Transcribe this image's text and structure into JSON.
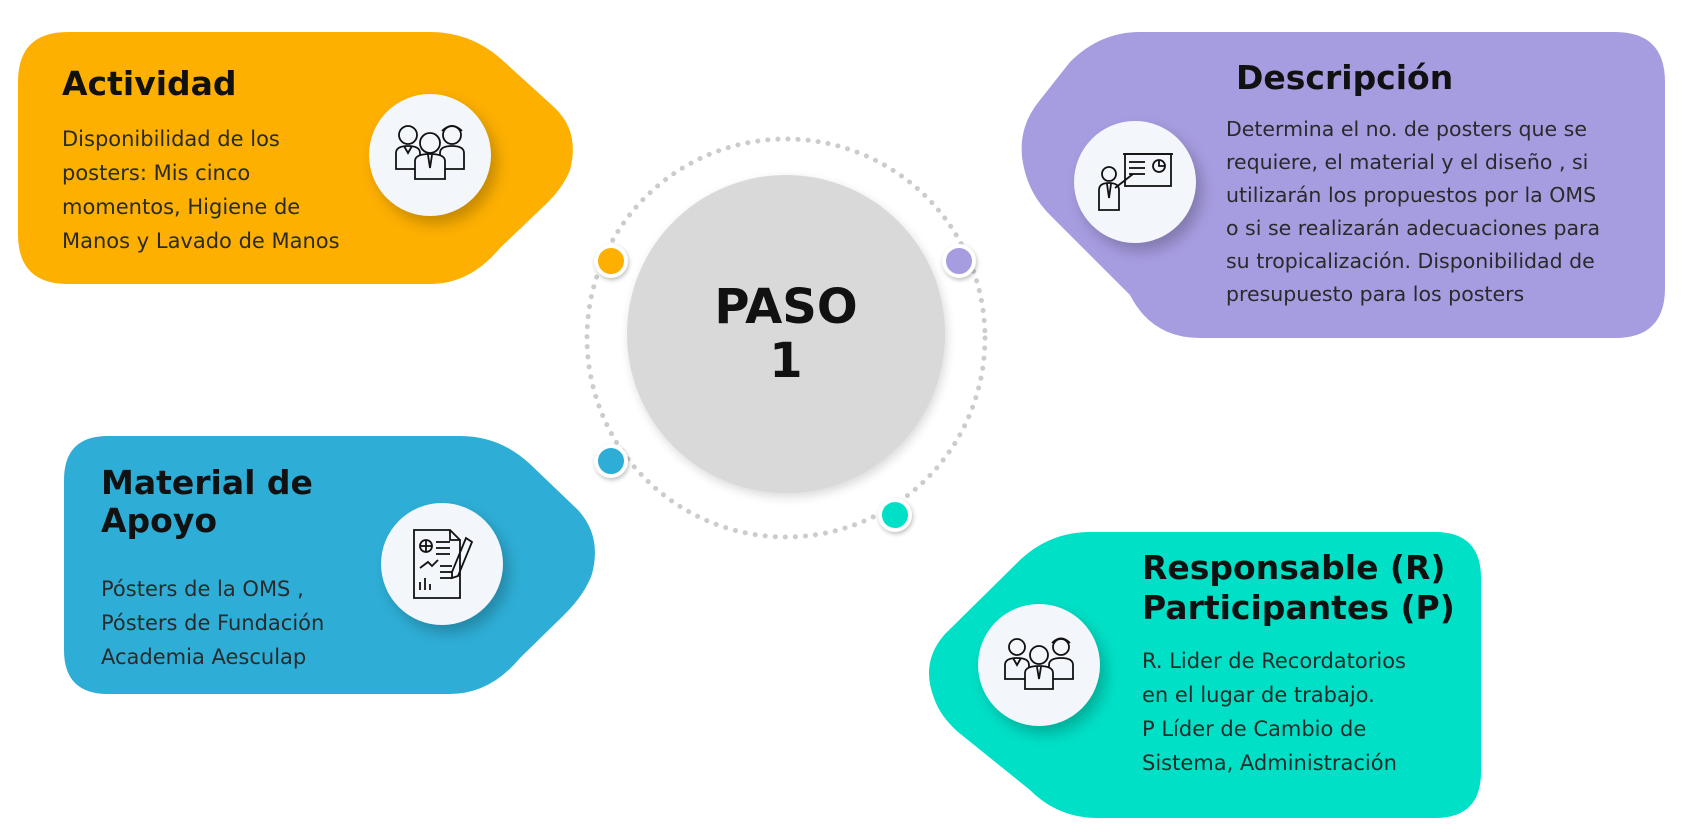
{
  "center": {
    "line1": "PASO",
    "line2": "1",
    "color": "#d9d9d9"
  },
  "cards": {
    "actividad": {
      "title": "Actividad",
      "lines": [
        "Disponibilidad de los",
        "posters: Mis cinco",
        "momentos, Higiene de",
        "Manos y Lavado de Manos"
      ],
      "color": "#fdb000",
      "icon": "people-group-icon"
    },
    "descripcion": {
      "title": "Descripción",
      "lines": [
        "Determina el no. de posters que se",
        "requiere, el material y el diseño , si",
        "utilizarán los propuestos por la OMS",
        "o si se realizarán adecuaciones para",
        "su tropicalización. Disponibilidad de",
        "presupuesto para los posters"
      ],
      "color": "#a69ce0",
      "icon": "presentation-icon"
    },
    "material": {
      "title_line1": "Material de",
      "title_line2": "Apoyo",
      "lines": [
        "Pósters de la OMS ,",
        "Pósters de Fundación",
        "Academia Aesculap"
      ],
      "color": "#2eaed6",
      "icon": "report-document-icon"
    },
    "responsable": {
      "title_line1": "Responsable (R)",
      "title_line2": "Participantes (P)",
      "lines": [
        "R. Lider de Recordatorios",
        "en el lugar de trabajo.",
        "P Líder de Cambio de",
        "Sistema, Administración"
      ],
      "color": "#00e0c6",
      "icon": "people-group-icon"
    }
  },
  "dots": {
    "orange": "#fdb000",
    "purple": "#a69ce0",
    "blue": "#2eaed6",
    "teal": "#00e0c6"
  }
}
